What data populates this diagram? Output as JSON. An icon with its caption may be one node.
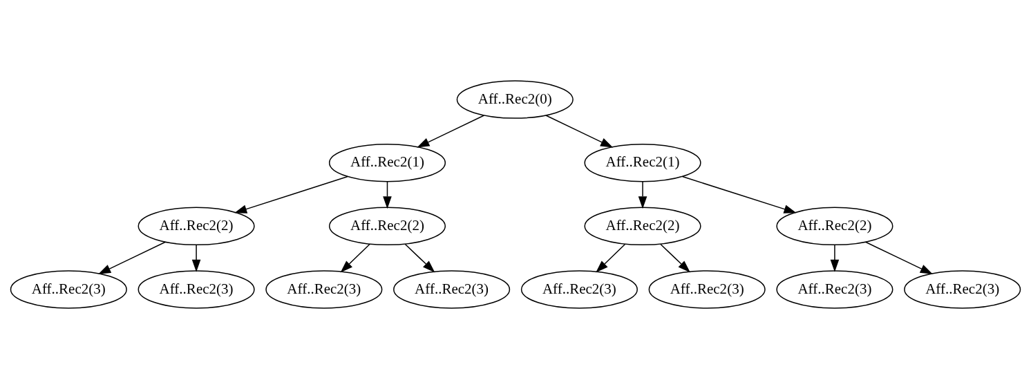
{
  "diagram": {
    "nodes": [
      {
        "text": [
          "Aff..Rec2(0)"
        ]
      },
      {
        "text": [
          "Aff..Rec2(1)"
        ]
      },
      {
        "text": [
          "Aff..Rec2(1)"
        ]
      },
      {
        "text": [
          "Aff..Rec2(2)"
        ]
      },
      {
        "text": [
          "Aff..Rec2(2)"
        ]
      },
      {
        "text": [
          "Aff..Rec2(2)"
        ]
      },
      {
        "text": [
          "Aff..Rec2(2)"
        ]
      },
      {
        "text": [
          "Aff..Rec2(3)"
        ]
      },
      {
        "text": [
          "Aff..Rec2(3)"
        ]
      },
      {
        "text": [
          "Aff..Rec2(3)"
        ]
      },
      {
        "text": [
          "Aff..Rec2(3)"
        ]
      },
      {
        "text": [
          "Aff..Rec2(3)"
        ]
      },
      {
        "text": [
          "Aff..Rec2(3)"
        ]
      },
      {
        "text": [
          "Aff..Rec2(3)"
        ]
      },
      {
        "text": [
          "Aff..Rec2(3)"
        ]
      }
    ],
    "edges": [
      {
        "from": 0,
        "to": 1,
        "arrow": "to"
      },
      {
        "from": 0,
        "to": 2,
        "arrow": "to"
      },
      {
        "from": 1,
        "to": 3,
        "arrow": "to"
      },
      {
        "from": 1,
        "to": 4,
        "arrow": "to"
      },
      {
        "from": 2,
        "to": 5,
        "arrow": "to"
      },
      {
        "from": 2,
        "to": 6,
        "arrow": "to"
      },
      {
        "from": 3,
        "to": 7,
        "arrow": "to"
      },
      {
        "from": 3,
        "to": 8,
        "arrow": "to"
      },
      {
        "from": 4,
        "to": 9,
        "arrow": "to"
      },
      {
        "from": 4,
        "to": 10,
        "arrow": "to"
      },
      {
        "from": 5,
        "to": 11,
        "arrow": "to"
      },
      {
        "from": 5,
        "to": 12,
        "arrow": "to"
      },
      {
        "from": 6,
        "to": 13,
        "arrow": "to"
      },
      {
        "from": 6,
        "to": 14,
        "arrow": "to"
      }
    ]
  }
}
